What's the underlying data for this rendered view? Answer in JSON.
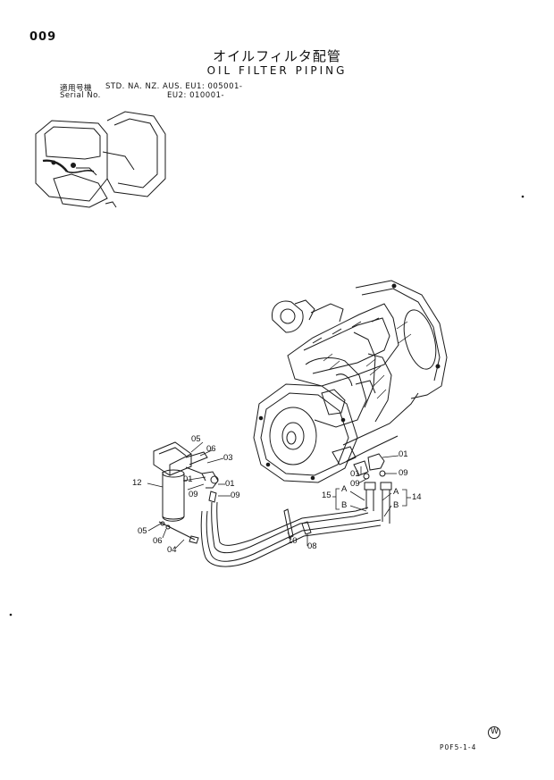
{
  "header": {
    "page_number": "009",
    "title_jp": "オイルフィルタ配管",
    "title_en": "OIL FILTER PIPING"
  },
  "serial": {
    "label_jp": "適用号機",
    "label_en": "Serial No.",
    "models_line1": "STD. NA. NZ. AUS. EU1: 005001-",
    "models_line2": "EU2: 010001-"
  },
  "callouts": {
    "c01a": "01",
    "c09a": "09",
    "c01b": "01",
    "c09b": "09",
    "c15": "15",
    "c14": "14",
    "cA_left": "A",
    "cB_left": "B",
    "cA_right": "A",
    "cB_right": "B",
    "c05a": "05",
    "c06a": "06",
    "c03": "03",
    "c12": "12",
    "c01c": "01",
    "c09c": "09",
    "c01d": "01",
    "c09d": "09",
    "c05b": "05",
    "c06b": "06",
    "c04": "04",
    "c10": "10",
    "c08": "08"
  },
  "footer": {
    "circle_mark": "W",
    "doc_code": "P0F5-1-4"
  }
}
